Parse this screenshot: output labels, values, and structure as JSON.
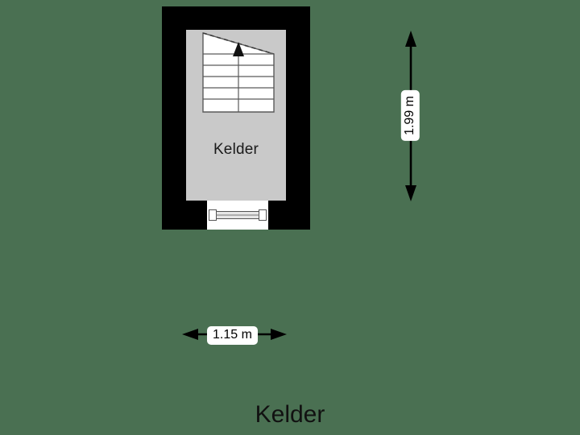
{
  "plan": {
    "title": "Kelder",
    "room_label": "Kelder",
    "background_color": "#4a7052",
    "wall_color": "#000000",
    "floor_color": "#c9c9c9"
  },
  "dimensions": {
    "vertical": {
      "value": "1.99 m",
      "orientation": "vertical",
      "arrow_style": "double-headed"
    },
    "horizontal": {
      "value": "1.15 m",
      "orientation": "horizontal",
      "arrow_style": "double-headed"
    }
  },
  "features": {
    "staircase": {
      "name": "staircase",
      "step_count": 6,
      "direction_marker": "up-arrow"
    },
    "door": {
      "name": "door-opening"
    }
  }
}
